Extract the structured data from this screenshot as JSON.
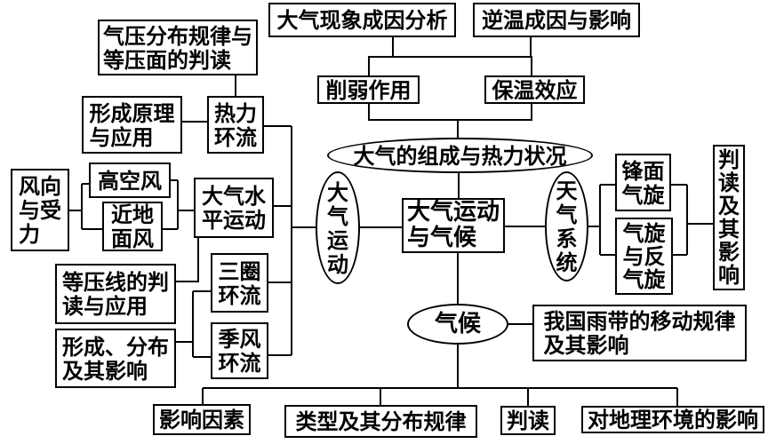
{
  "nodes": {
    "pressure_pattern": {
      "label": "气压分布规律与\n等压面的判读"
    },
    "phenomenon": {
      "label": "大气现象成因分析"
    },
    "inversion": {
      "label": "逆温成因与影响"
    },
    "weakening": {
      "label": "削弱作用"
    },
    "insulation": {
      "label": "保温效应"
    },
    "formation_principle": {
      "label": "形成原理\n与应用"
    },
    "thermal": {
      "label": "热力\n环流"
    },
    "wind_force": {
      "label": "风向\n与受\n力"
    },
    "upper_wind": {
      "label": "高空风"
    },
    "surface_wind": {
      "label": "近地\n面风"
    },
    "horizontal": {
      "label": "大气水\n平运动"
    },
    "isobar": {
      "label": "等压线的判\n读与应用"
    },
    "three_cell": {
      "label": "三圈\n环流"
    },
    "monsoon": {
      "label": "季风\n环流"
    },
    "formation_dist": {
      "label": "形成、分布\n及其影响"
    },
    "composition": {
      "label": "大气的组成与热力状况"
    },
    "motion": {
      "label": "大\n气\n运\n动"
    },
    "center": {
      "label": "大气运动\n与气候"
    },
    "weather": {
      "label": "天\n气\n系\n统"
    },
    "frontal": {
      "label": "锋面\n气旋"
    },
    "cyclone": {
      "label": "气旋\n与反\n气旋"
    },
    "interp_influence": {
      "label": "判\n读\n及\n其\n影\n响"
    },
    "climate": {
      "label": "气候"
    },
    "rain_belt": {
      "label": "我国雨带的移动规律\n及其影响"
    },
    "factors": {
      "label": "影响因素"
    },
    "types": {
      "label": "类型及其分布规律"
    },
    "interp": {
      "label": "判读"
    },
    "geo": {
      "label": "对地理环境的影响"
    }
  },
  "colors": {
    "line": "#000000",
    "background": "#ffffff"
  }
}
